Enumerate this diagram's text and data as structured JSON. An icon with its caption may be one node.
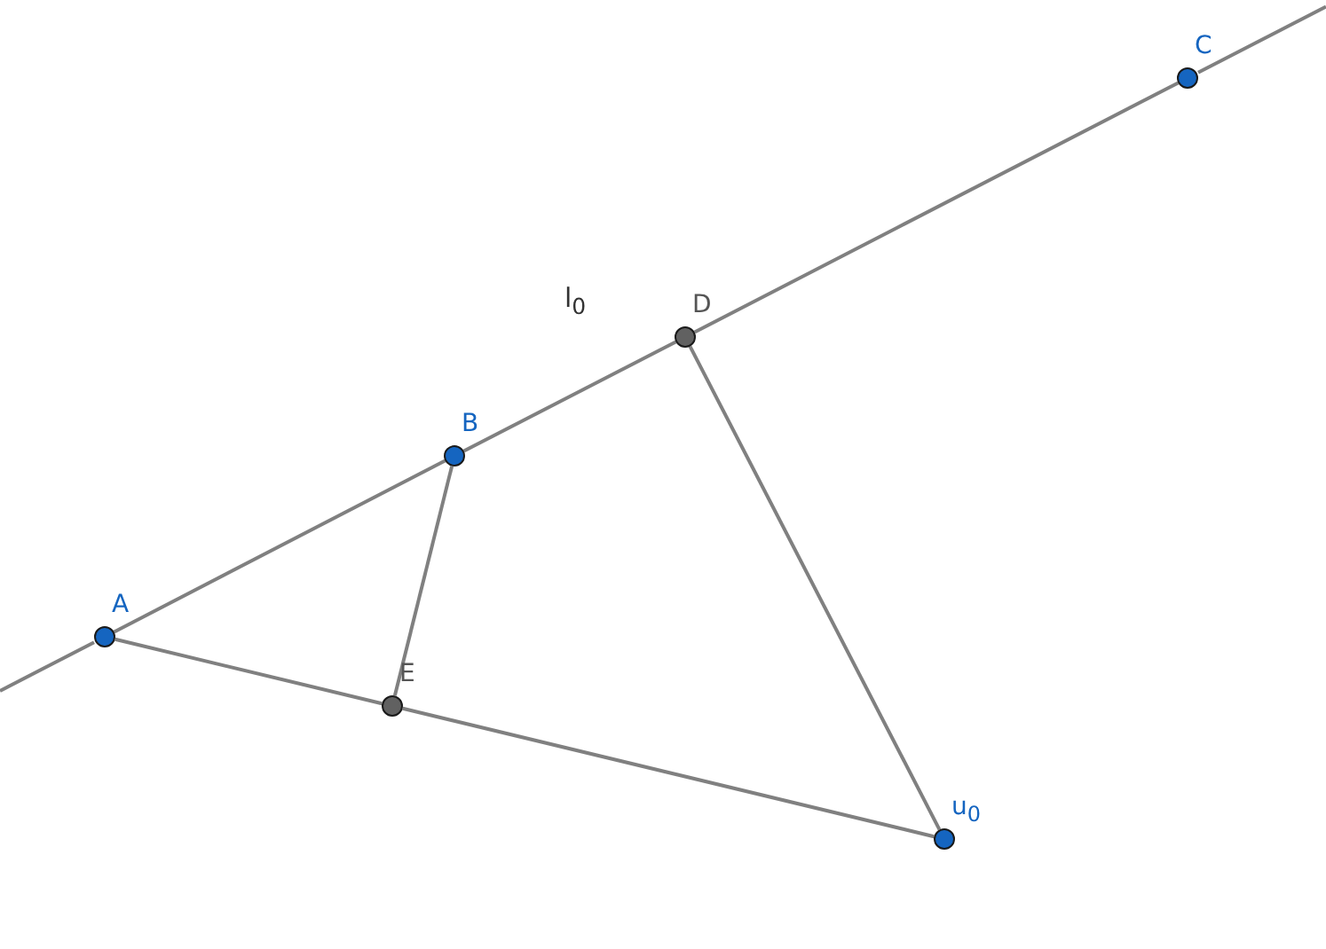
{
  "diagram": {
    "nodes": [
      {
        "text": [
          "A"
        ]
      },
      {
        "text": [
          "B"
        ]
      },
      {
        "text": [
          "C"
        ]
      },
      {
        "text": [
          "D"
        ]
      },
      {
        "text": [
          "E"
        ]
      },
      {
        "text": [
          "u$_{0}$"
        ]
      }
    ],
    "edges": [
      {
        "from": 0,
        "to": 1,
        "arrow": "none"
      },
      {
        "from": 1,
        "to": 3,
        "arrow": "none"
      },
      {
        "from": 3,
        "to": 2,
        "arrow": "none"
      },
      {
        "from": 1,
        "to": 4,
        "arrow": "none"
      },
      {
        "from": 0,
        "to": 4,
        "arrow": "none"
      },
      {
        "from": 4,
        "to": 5,
        "arrow": "none"
      },
      {
        "from": 3,
        "to": 5,
        "arrow": "none"
      }
    ],
    "labels": [
      "l$_{0}$"
    ]
  }
}
